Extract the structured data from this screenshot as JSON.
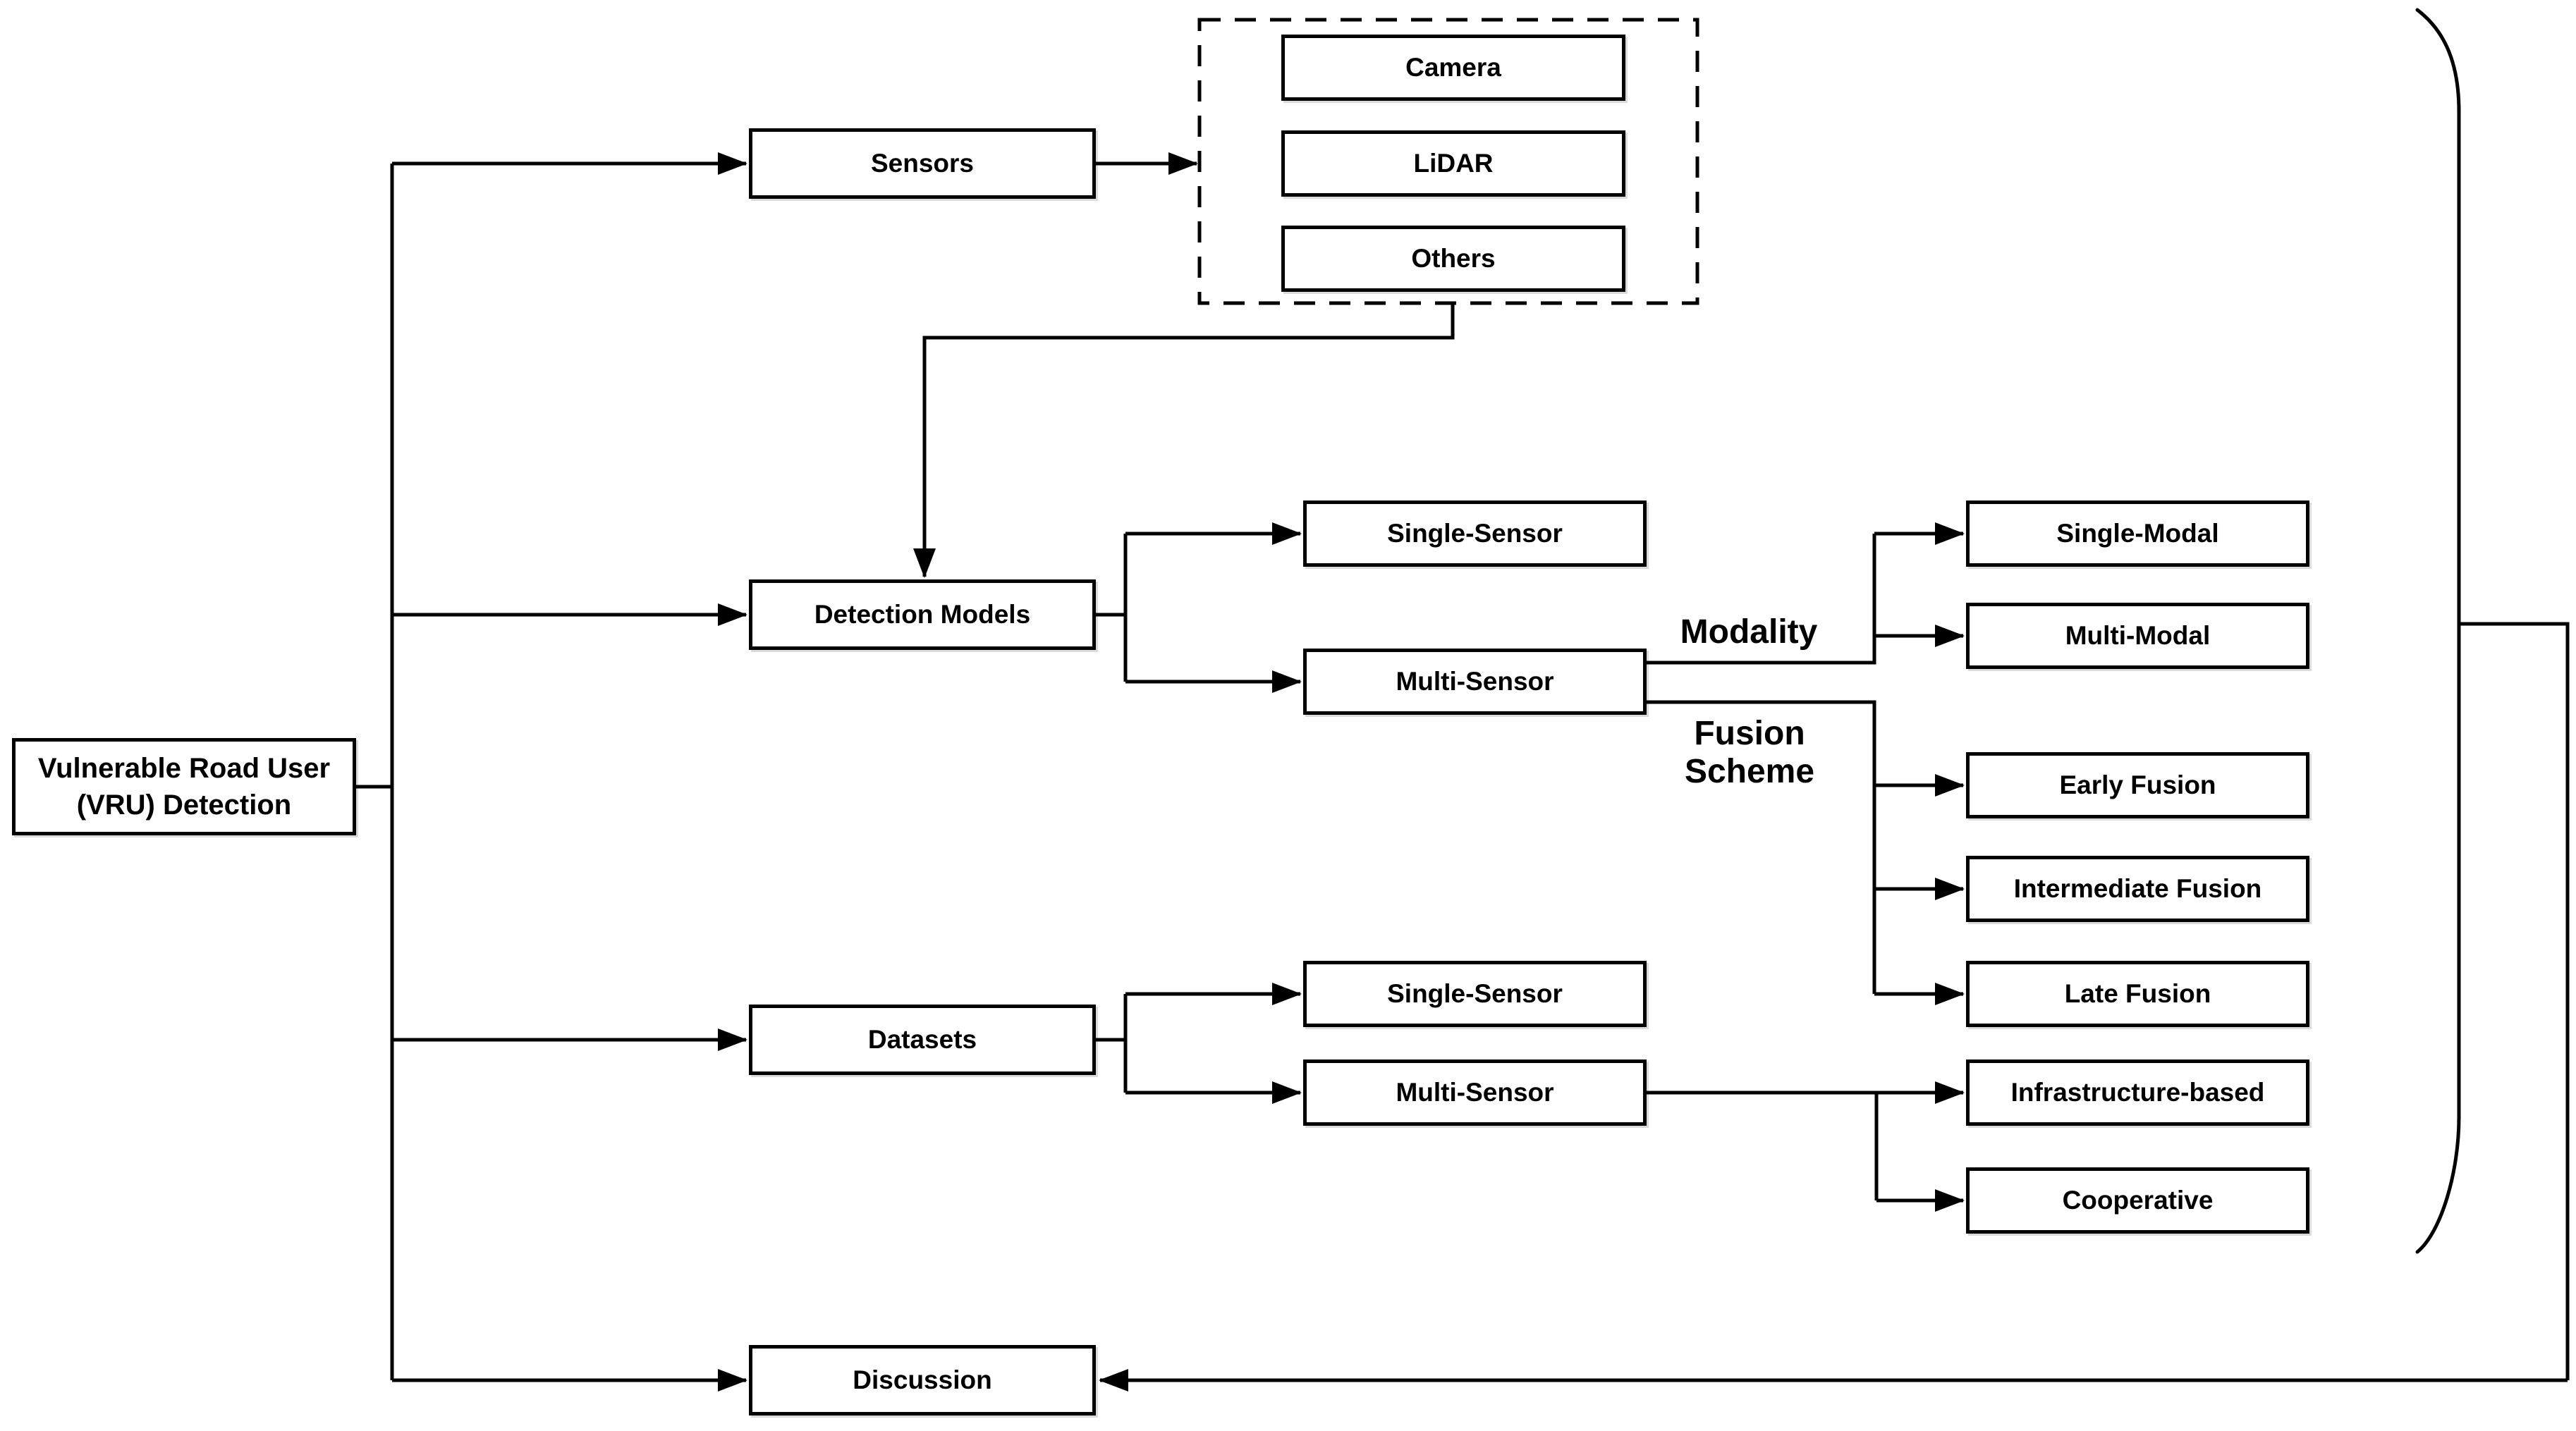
{
  "root": {
    "line1": "Vulnerable Road User",
    "line2": "(VRU) Detection"
  },
  "sections": {
    "sensors": {
      "label": "Sensors"
    },
    "detection_models": {
      "label": "Detection Models"
    },
    "datasets": {
      "label": "Datasets"
    },
    "discussion": {
      "label": "Discussion"
    }
  },
  "sensor_types": {
    "camera": "Camera",
    "lidar": "LiDAR",
    "others": "Others"
  },
  "detection_children": {
    "single_sensor": "Single-Sensor",
    "multi_sensor": "Multi-Sensor"
  },
  "modality": {
    "label": "Modality",
    "single_modal": "Single-Modal",
    "multi_modal": "Multi-Modal"
  },
  "fusion_scheme": {
    "label": "Fusion Scheme",
    "early": "Early Fusion",
    "intermediate": "Intermediate Fusion",
    "late": "Late Fusion"
  },
  "dataset_children": {
    "single_sensor": "Single-Sensor",
    "multi_sensor": "Multi-Sensor",
    "infrastructure": "Infrastructure-based",
    "cooperative": "Cooperative"
  },
  "colors": {
    "line": "#000000",
    "box_fill": "#ffffff",
    "background": "#ffffff",
    "text": "#000000"
  }
}
